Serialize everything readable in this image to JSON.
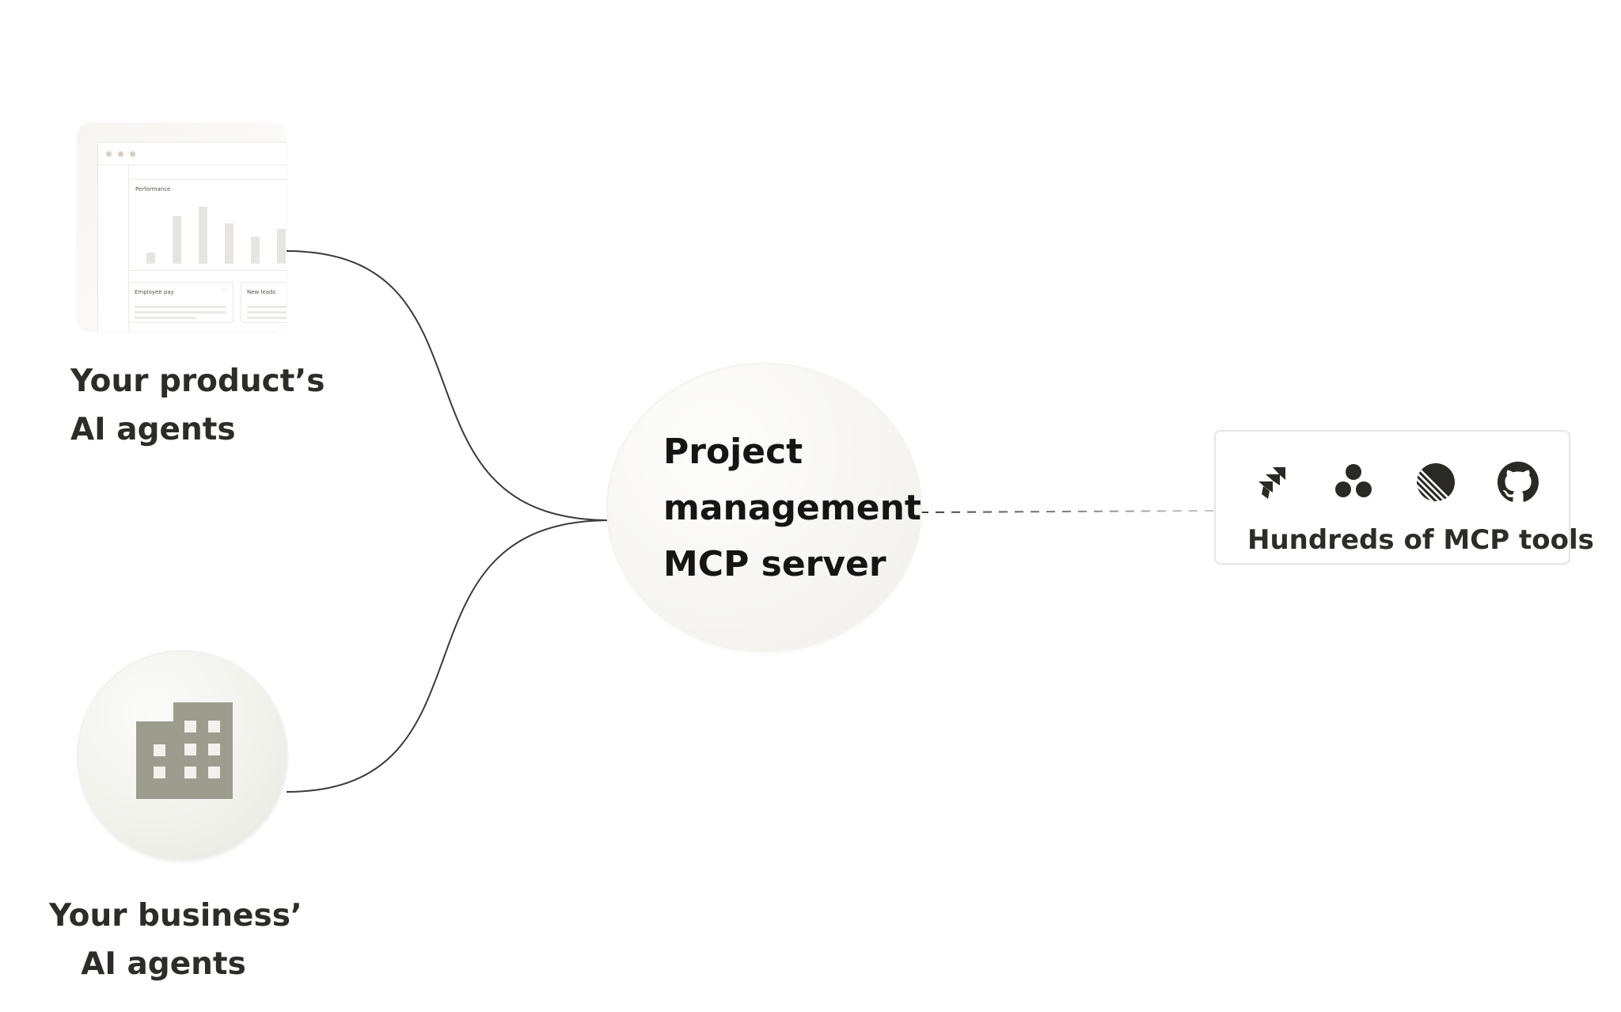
{
  "product_agents": {
    "label_lines": [
      "Your product’s",
      "AI agents"
    ],
    "thumbnail": {
      "chart_title": "Performance",
      "card1_title": "Employee pay",
      "card1_menu": "···",
      "card2_title": "New leads"
    }
  },
  "business_agents": {
    "label_lines": [
      "Your business’",
      "AI agents"
    ],
    "icon": "building-icon"
  },
  "server": {
    "label_lines": [
      "Project",
      "management",
      "MCP server"
    ]
  },
  "tools": {
    "caption": "Hundreds of MCP tools",
    "icons": [
      "jira-icon",
      "asana-icon",
      "linear-icon",
      "github-icon"
    ]
  },
  "colors": {
    "accent_gray": "#9c9d8f",
    "dot_tan": "#d9cfc1",
    "text": "#2d2c29"
  }
}
